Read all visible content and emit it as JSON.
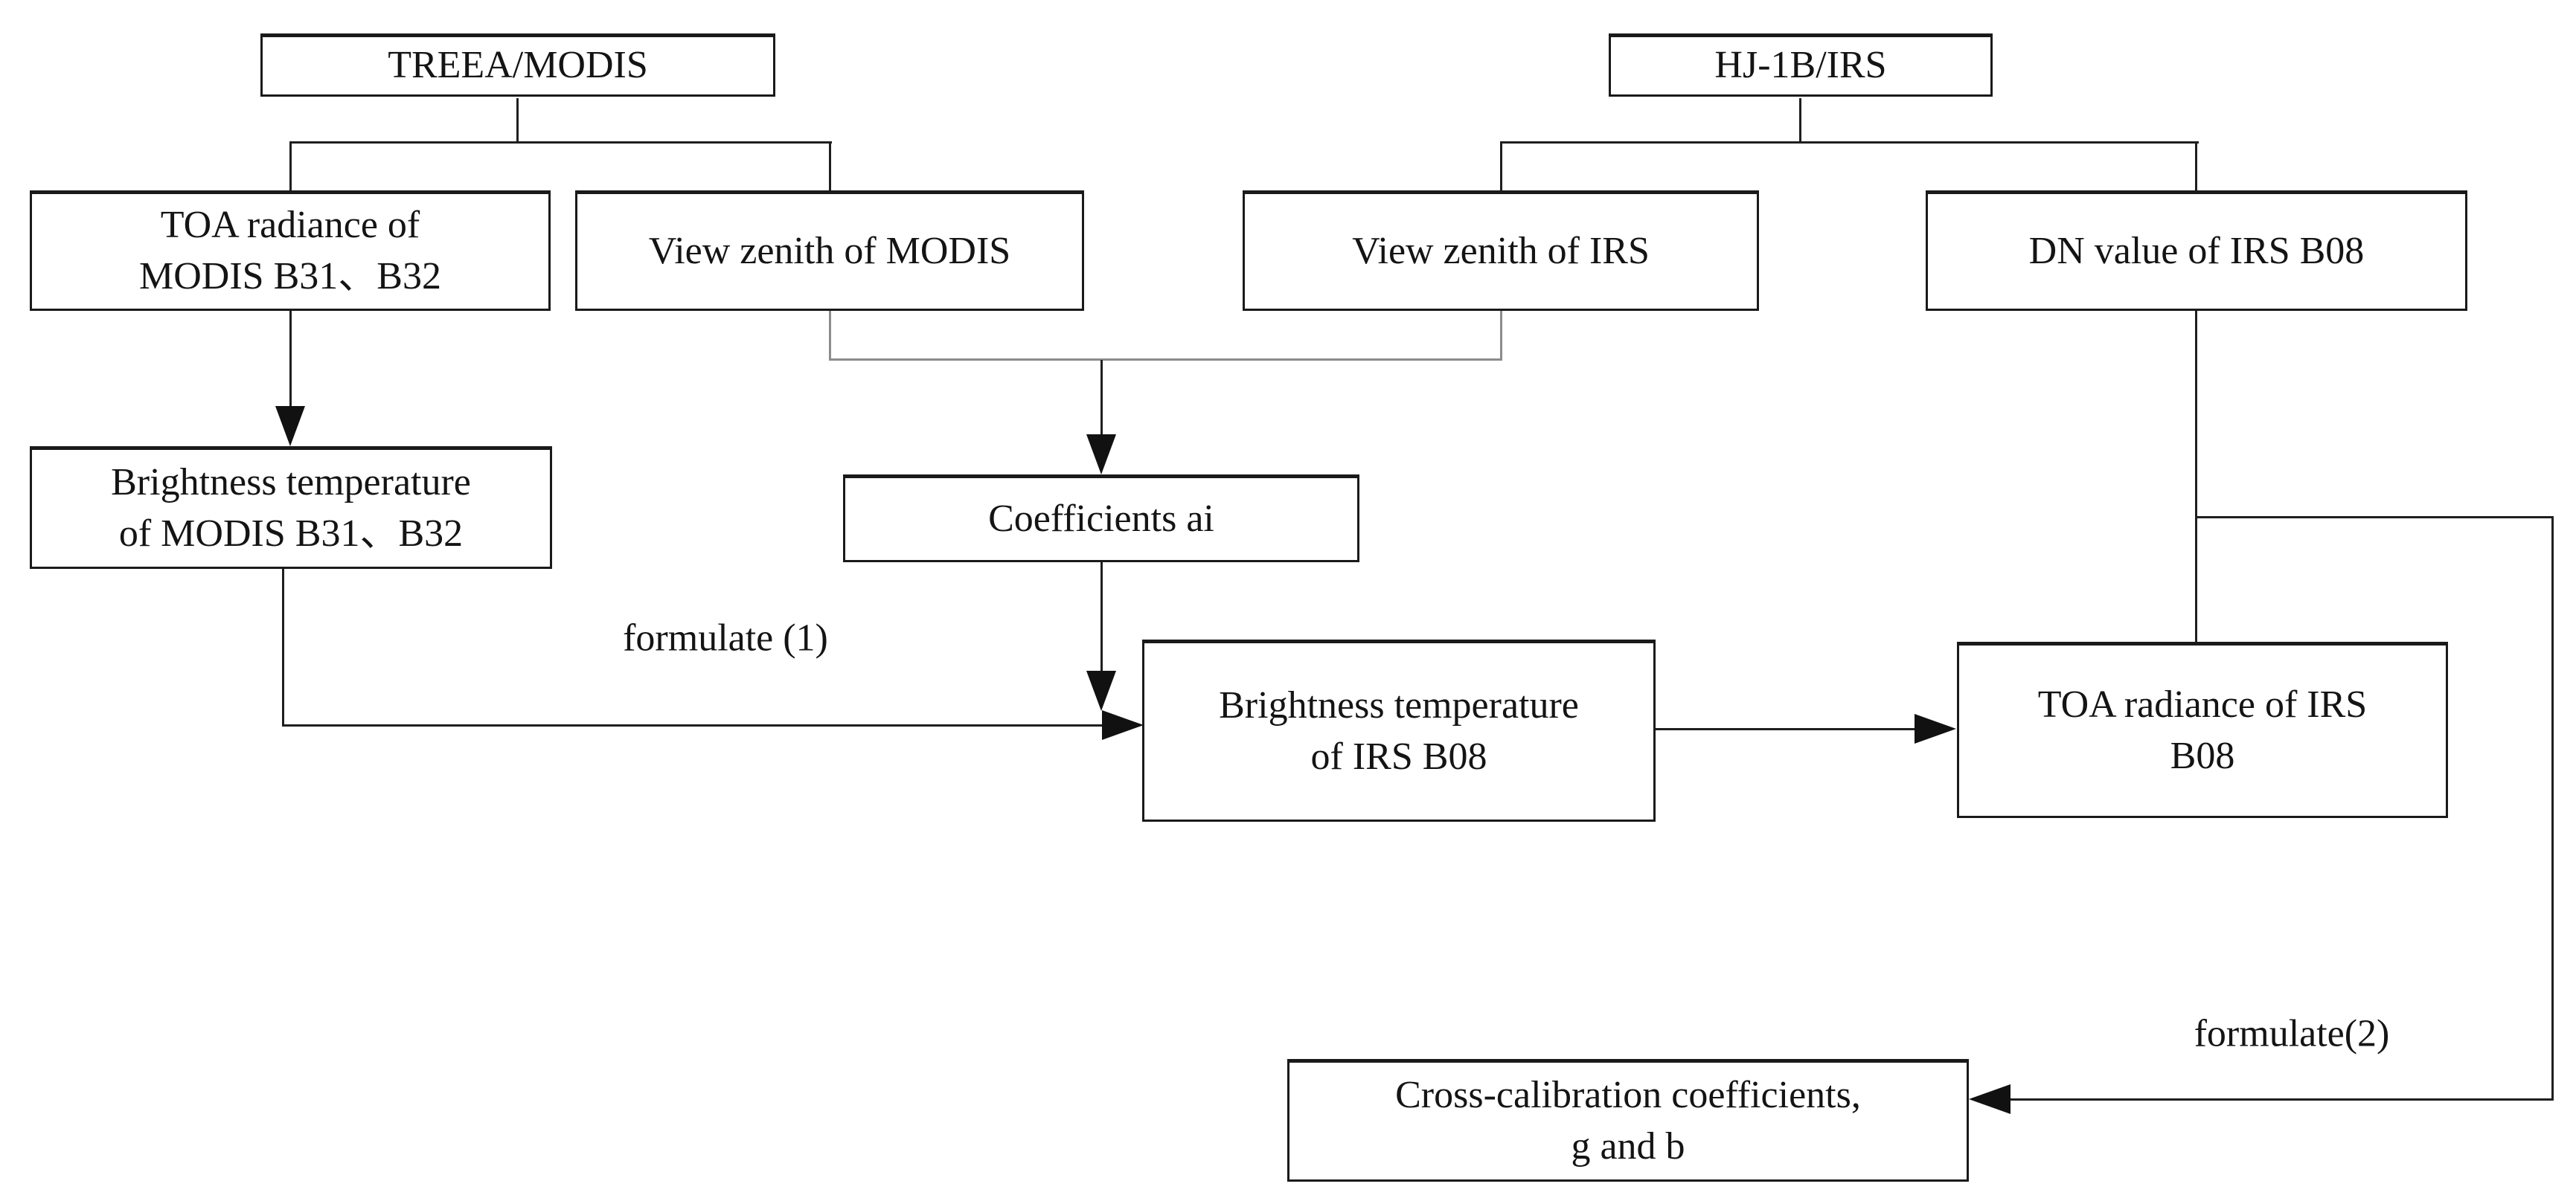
{
  "diagram": {
    "title": "Cross-calibration flowchart",
    "background_color": "#ffffff",
    "line_color": "#1f1f1f",
    "merge_line_color": "#8c8c8c",
    "arrow_color": "#111111",
    "nodes": {
      "treea_modis": {
        "line1": "TREEA/MODIS",
        "line2": ""
      },
      "hj1b_irs": {
        "line1": "HJ-1B/IRS",
        "line2": ""
      },
      "toa_radiance_modis": {
        "line1": "TOA radiance of",
        "line2": "MODIS B31、B32"
      },
      "view_zenith_modis": {
        "line1": "View zenith of MODIS",
        "line2": ""
      },
      "view_zenith_irs": {
        "line1": "View zenith of IRS",
        "line2": ""
      },
      "dn_value_irs": {
        "line1": "DN value of  IRS B08",
        "line2": ""
      },
      "brightness_temp_modis": {
        "line1": "Brightness temperature",
        "line2": "of MODIS B31、B32"
      },
      "coefficients_ai": {
        "line1": "Coefficients ai",
        "line2": ""
      },
      "brightness_temp_irs": {
        "line1": "Brightness temperature",
        "line2": "of IRS B08"
      },
      "toa_radiance_irs": {
        "line1": "TOA radiance of IRS",
        "line2": "B08"
      },
      "cross_calibration": {
        "line1": "Cross-calibration coefficients,",
        "line2": "g and b"
      }
    },
    "edge_labels": {
      "formulate1": "formulate (1)",
      "formulate2": "formulate(2)"
    }
  }
}
